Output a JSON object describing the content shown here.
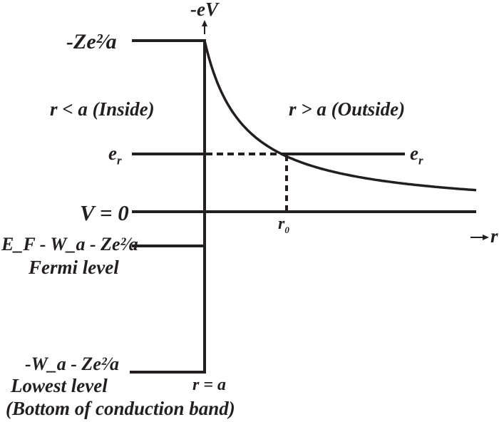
{
  "labels": {
    "vertical_axis": "-eV",
    "horizontal_axis": "r",
    "top_level": "-Ze²⁄a",
    "inside_region": "r < a (Inside)",
    "outside_region": "r > a (Outside)",
    "energy_level_left": "e",
    "energy_level_right": "e",
    "energy_subscript": "r",
    "zero_line": "V = 0",
    "r0_main": "r",
    "r0_sub": "0",
    "fermi_expression": "E_F - W_a - Ze²⁄a",
    "fermi_caption": "Fermi level",
    "lowest_expression": "-W_a - Ze²⁄a",
    "lowest_caption": "Lowest level",
    "lowest_caption2": "(Bottom of conduction band)",
    "boundary": "r = a"
  },
  "colors": {
    "line": "#231f20",
    "background": "#ffffff"
  }
}
